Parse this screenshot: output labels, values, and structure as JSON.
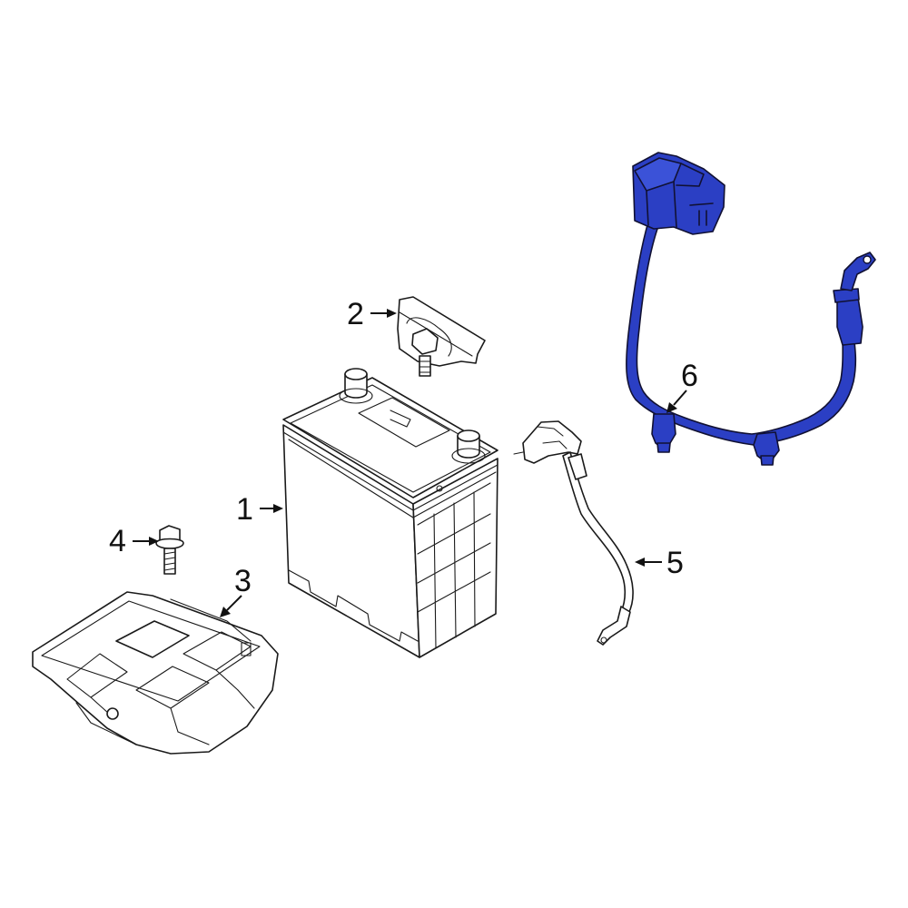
{
  "callouts": [
    {
      "id": "1",
      "label": "1"
    },
    {
      "id": "2",
      "label": "2"
    },
    {
      "id": "3",
      "label": "3"
    },
    {
      "id": "4",
      "label": "4"
    },
    {
      "id": "5",
      "label": "5"
    },
    {
      "id": "6",
      "label": "6"
    }
  ],
  "colors": {
    "background": "#ffffff",
    "line": "#1a1a1a",
    "highlight_fill": "#2b3fc4",
    "highlight_outline": "#111133"
  },
  "highlighted_part": "6"
}
